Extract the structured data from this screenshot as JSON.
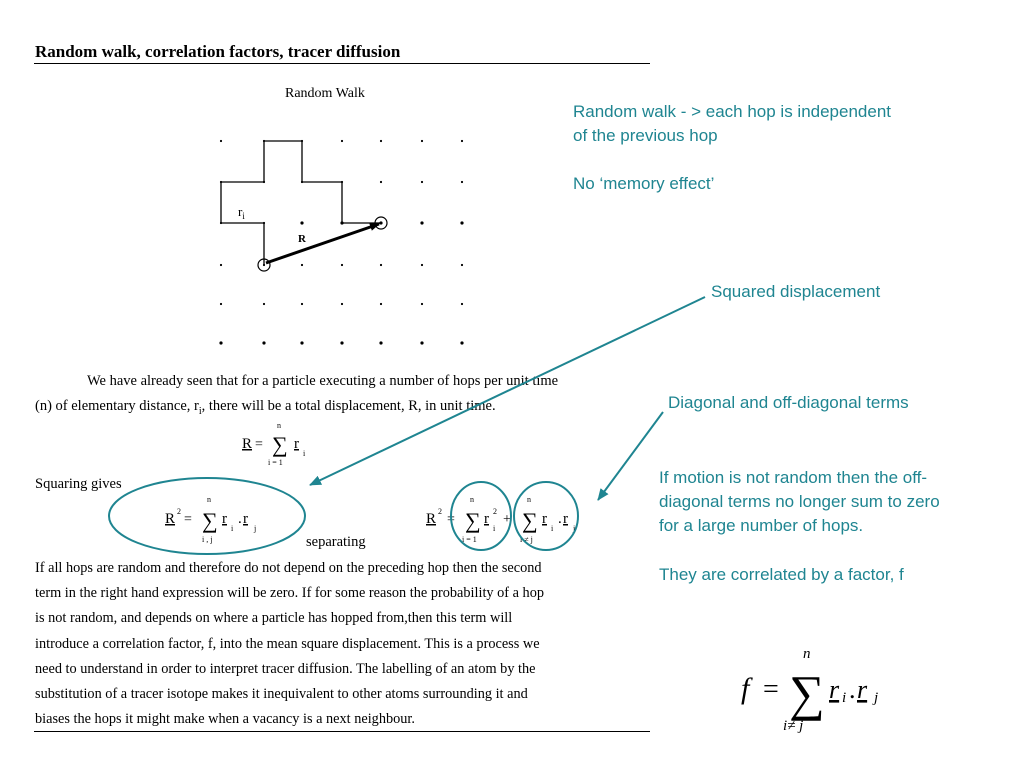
{
  "title": "Random walk, correlation factors, tracer diffusion",
  "figure": {
    "title": "Random Walk",
    "step_label_base": "r",
    "step_label_sub": "i",
    "displacement_label": "R"
  },
  "notes": {
    "random_walk_line1": "Random walk - > each hop is independent",
    "random_walk_line2": "of the previous hop",
    "memory": "No ‘memory effect’",
    "squared": "Squared displacement",
    "diagonal": "Diagonal and off-diagonal terms",
    "not_random_line1": "If motion is not random then the off-",
    "not_random_line2": "diagonal terms no longer sum to zero",
    "not_random_line3": "for a large number of hops.",
    "correlated": "They are correlated by a factor, f"
  },
  "intro": {
    "line1": "We have already seen that for a particle executing a number of hops per unit time",
    "line2a": "(n) of elementary distance, r",
    "line2_sub": "i",
    "line2b": ", there will be a total displacement, R, in unit time."
  },
  "squaring": "Squaring gives",
  "separating": "separating",
  "equations": {
    "R": "R",
    "eq": "=",
    "sum": "∑",
    "r": "r",
    "i": "i",
    "j": "j",
    "n": "n",
    "lower_1": "i = 1",
    "lower_ij": "i , j",
    "lower_ineq": "i ≠ j",
    "sq": "2",
    "dot": ".",
    "plus": "+"
  },
  "body": [
    "If all hops are random and therefore do not depend on  the preceding hop  then the second",
    "term in the right hand  expression will be zero.  If for some reason the probability of a hop",
    "is not random, and depends on where a particle has hopped from,then this term will",
    "introduce a correlation factor, f, into the mean square displacement.  This is a process we",
    "need to understand in order to interpret tracer diffusion.  The labelling of an atom by the",
    "substitution of a tracer isotope makes it inequivalent to other atoms surrounding it and",
    "biases the hops it might make when a vacancy is a next neighbour."
  ],
  "f_formula": {
    "f": "f",
    "eq": "=",
    "sum": "∑",
    "upper": "n",
    "lower": "i≠ j",
    "r": "r",
    "i": "i",
    "j": "j",
    "dot": "."
  },
  "colors": {
    "annotation_text": "#1f8591",
    "annotation_lines": "#1f8591",
    "figure": "#000000"
  }
}
